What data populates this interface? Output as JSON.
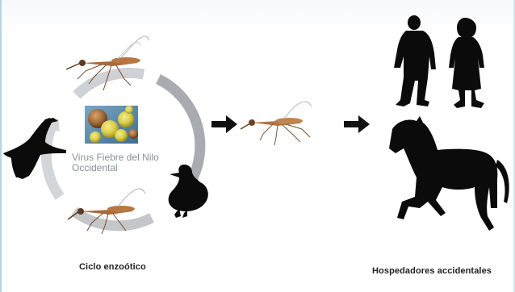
{
  "virus": {
    "label": "Virus Fiebre del Nilo Occidental"
  },
  "captions": {
    "enzootic_cycle": "Ciclo enzoótico",
    "accidental_hosts": "Hospedadores accidentales"
  },
  "colors": {
    "cycle_ring": "#c9cbce",
    "cycle_ring_dark": "#a9abb0",
    "silhouette": "#0b0b0b",
    "arrow": "#111111",
    "virus_particle_yellow": "#d9cc4a",
    "virus_particle_brown": "#a06a3a",
    "virus_background": "#5c8fb0",
    "virus_label_text": "#8a8f97"
  }
}
